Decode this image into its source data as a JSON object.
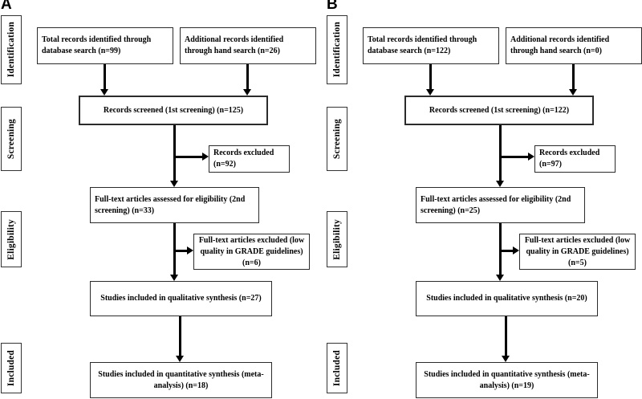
{
  "panels": [
    {
      "label": "A",
      "stages": [
        "Identification",
        "Screening",
        "Eligibility",
        "Included"
      ],
      "boxes": {
        "database_search": "Total records identified through database search (n=99)",
        "hand_search": "Additional records identified through hand search (n=26)",
        "records_screened": "Records screened (1st screening) (n=125)",
        "records_excluded": "Records excluded (n=92)",
        "fulltext_assessed": "Full-text articles assessed for eligibility (2nd screening) (n=33)",
        "fulltext_excluded": "Full-text articles excluded (low quality in GRADE guidelines) (n=6)",
        "qualitative_synthesis": "Studies included in qualitative synthesis (n=27)",
        "quantitative_synthesis": "Studies included in quantitative synthesis (meta-analysis) (n=18)"
      }
    },
    {
      "label": "B",
      "stages": [
        "Identification",
        "Screening",
        "Eligibility",
        "Included"
      ],
      "boxes": {
        "database_search": "Total records identified through database search (n=122)",
        "hand_search": "Additional records identified through hand search (n=0)",
        "records_screened": "Records screened (1st screening) (n=122)",
        "records_excluded": "Records excluded (n=97)",
        "fulltext_assessed": "Full-text articles assessed for eligibility (2nd screening) (n=25)",
        "fulltext_excluded": "Full-text articles excluded (low quality in GRADE guidelines) (n=5)",
        "qualitative_synthesis": "Studies included in qualitative synthesis (n=20)",
        "quantitative_synthesis": "Studies included in quantitative synthesis (meta-analysis) (n=19)"
      }
    }
  ],
  "colors": {
    "ink": "#000000",
    "background": "#ffffff",
    "border": "#2b2b2b"
  }
}
